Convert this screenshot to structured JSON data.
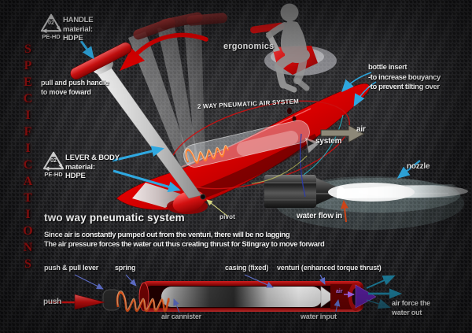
{
  "page": {
    "vertical_title": "SPECIFICATIONS"
  },
  "materials": {
    "handle": {
      "code": "02",
      "resin": "PE-HD",
      "line1": "HANDLE",
      "line2": "material:",
      "line3": "HDPE"
    },
    "lever_body": {
      "code": "02",
      "resin": "PE-HD",
      "line1": "LEVER & BODY",
      "line2": "material:",
      "line3": "HDPE"
    }
  },
  "callouts": {
    "pull_push_line1": "pull and push handle",
    "pull_push_line2": "to move foward",
    "ergonomics": "ergonomics",
    "pneumatic_system_label": "2 WAY PNEUMATIC AIR SYSTEM",
    "bottle_insert_title": "bottle insert",
    "bottle_insert_line1": "-to increase bouyancy",
    "bottle_insert_line2": "-to prevent tilting over",
    "air": "air",
    "system": "system",
    "nozzle": "nozzle",
    "water_flow_in": "water flow in",
    "pivot": "pivot"
  },
  "description": {
    "heading": "two way pneumatic system",
    "line1": "Since air is constantly pumped out from the venturi, there will be no lagging",
    "line2": "The air pressure forces the water out thus creating thrust for Stingray to move forward"
  },
  "mechanism": {
    "push_pull_lever": "push & pull lever",
    "spring": "spring",
    "casing": "casing (fixed)",
    "venturi": "venturi (enhanced torque thrust)",
    "push": "push",
    "air_jet": "air",
    "air_cannister": "air cannister",
    "water_input": "water input",
    "air_force_line1": "air force the",
    "air_force_line2": "water out"
  },
  "colors": {
    "title_red": "#a31212",
    "body_red": "#e00000",
    "callout_cyan": "#2fa8e0",
    "teal_arrow": "#1d7f9e",
    "spring_orange": "#ff5f1f",
    "leader_slate": "#6677d8"
  }
}
